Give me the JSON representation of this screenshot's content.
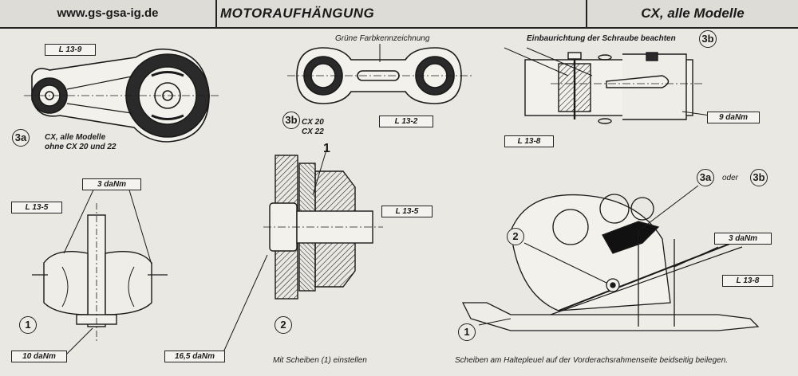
{
  "header": {
    "website": "www.gs-gsa-ig.de",
    "title": "MOTORAUFHÄNGUNG",
    "models": "CX, alle Modelle"
  },
  "labels": {
    "l13_9": "L 13-9",
    "l13_2": "L 13-2",
    "l13_8_top": "L 13-8",
    "l13_5_left": "L 13-5",
    "l13_5_mid": "L 13-5",
    "l13_8_bottom": "L 13-8",
    "torque_3_left": "3 daNm",
    "torque_10": "10 daNm",
    "torque_16_5": "16,5 daNm",
    "torque_9": "9 daNm",
    "torque_3_right": "3 daNm"
  },
  "refs": {
    "r3a_left": "3a",
    "r3b_mid": "3b",
    "r3b_top": "3b",
    "r3a_right": "3a",
    "r3b_right": "3b",
    "r1_left": "1",
    "r2_mid": "2",
    "r2_right": "2",
    "r1_right": "1",
    "r1_section": "1"
  },
  "notes": {
    "model_line1": "CX, alle Modelle",
    "model_line2": "ohne CX 20 und 22",
    "color_marking": "Grüne Farbkennzeichnung",
    "bolt_direction": "Einbaurichtung der Schraube beachten",
    "cx20": "CX 20",
    "cx22": "CX 22",
    "oder": "oder"
  },
  "captions": {
    "washers": "Mit Scheiben (1) einstellen",
    "bottom_right": "Scheiben am Haltepleuel auf der Vorderachsrahmenseite beidseitig beilegen."
  }
}
